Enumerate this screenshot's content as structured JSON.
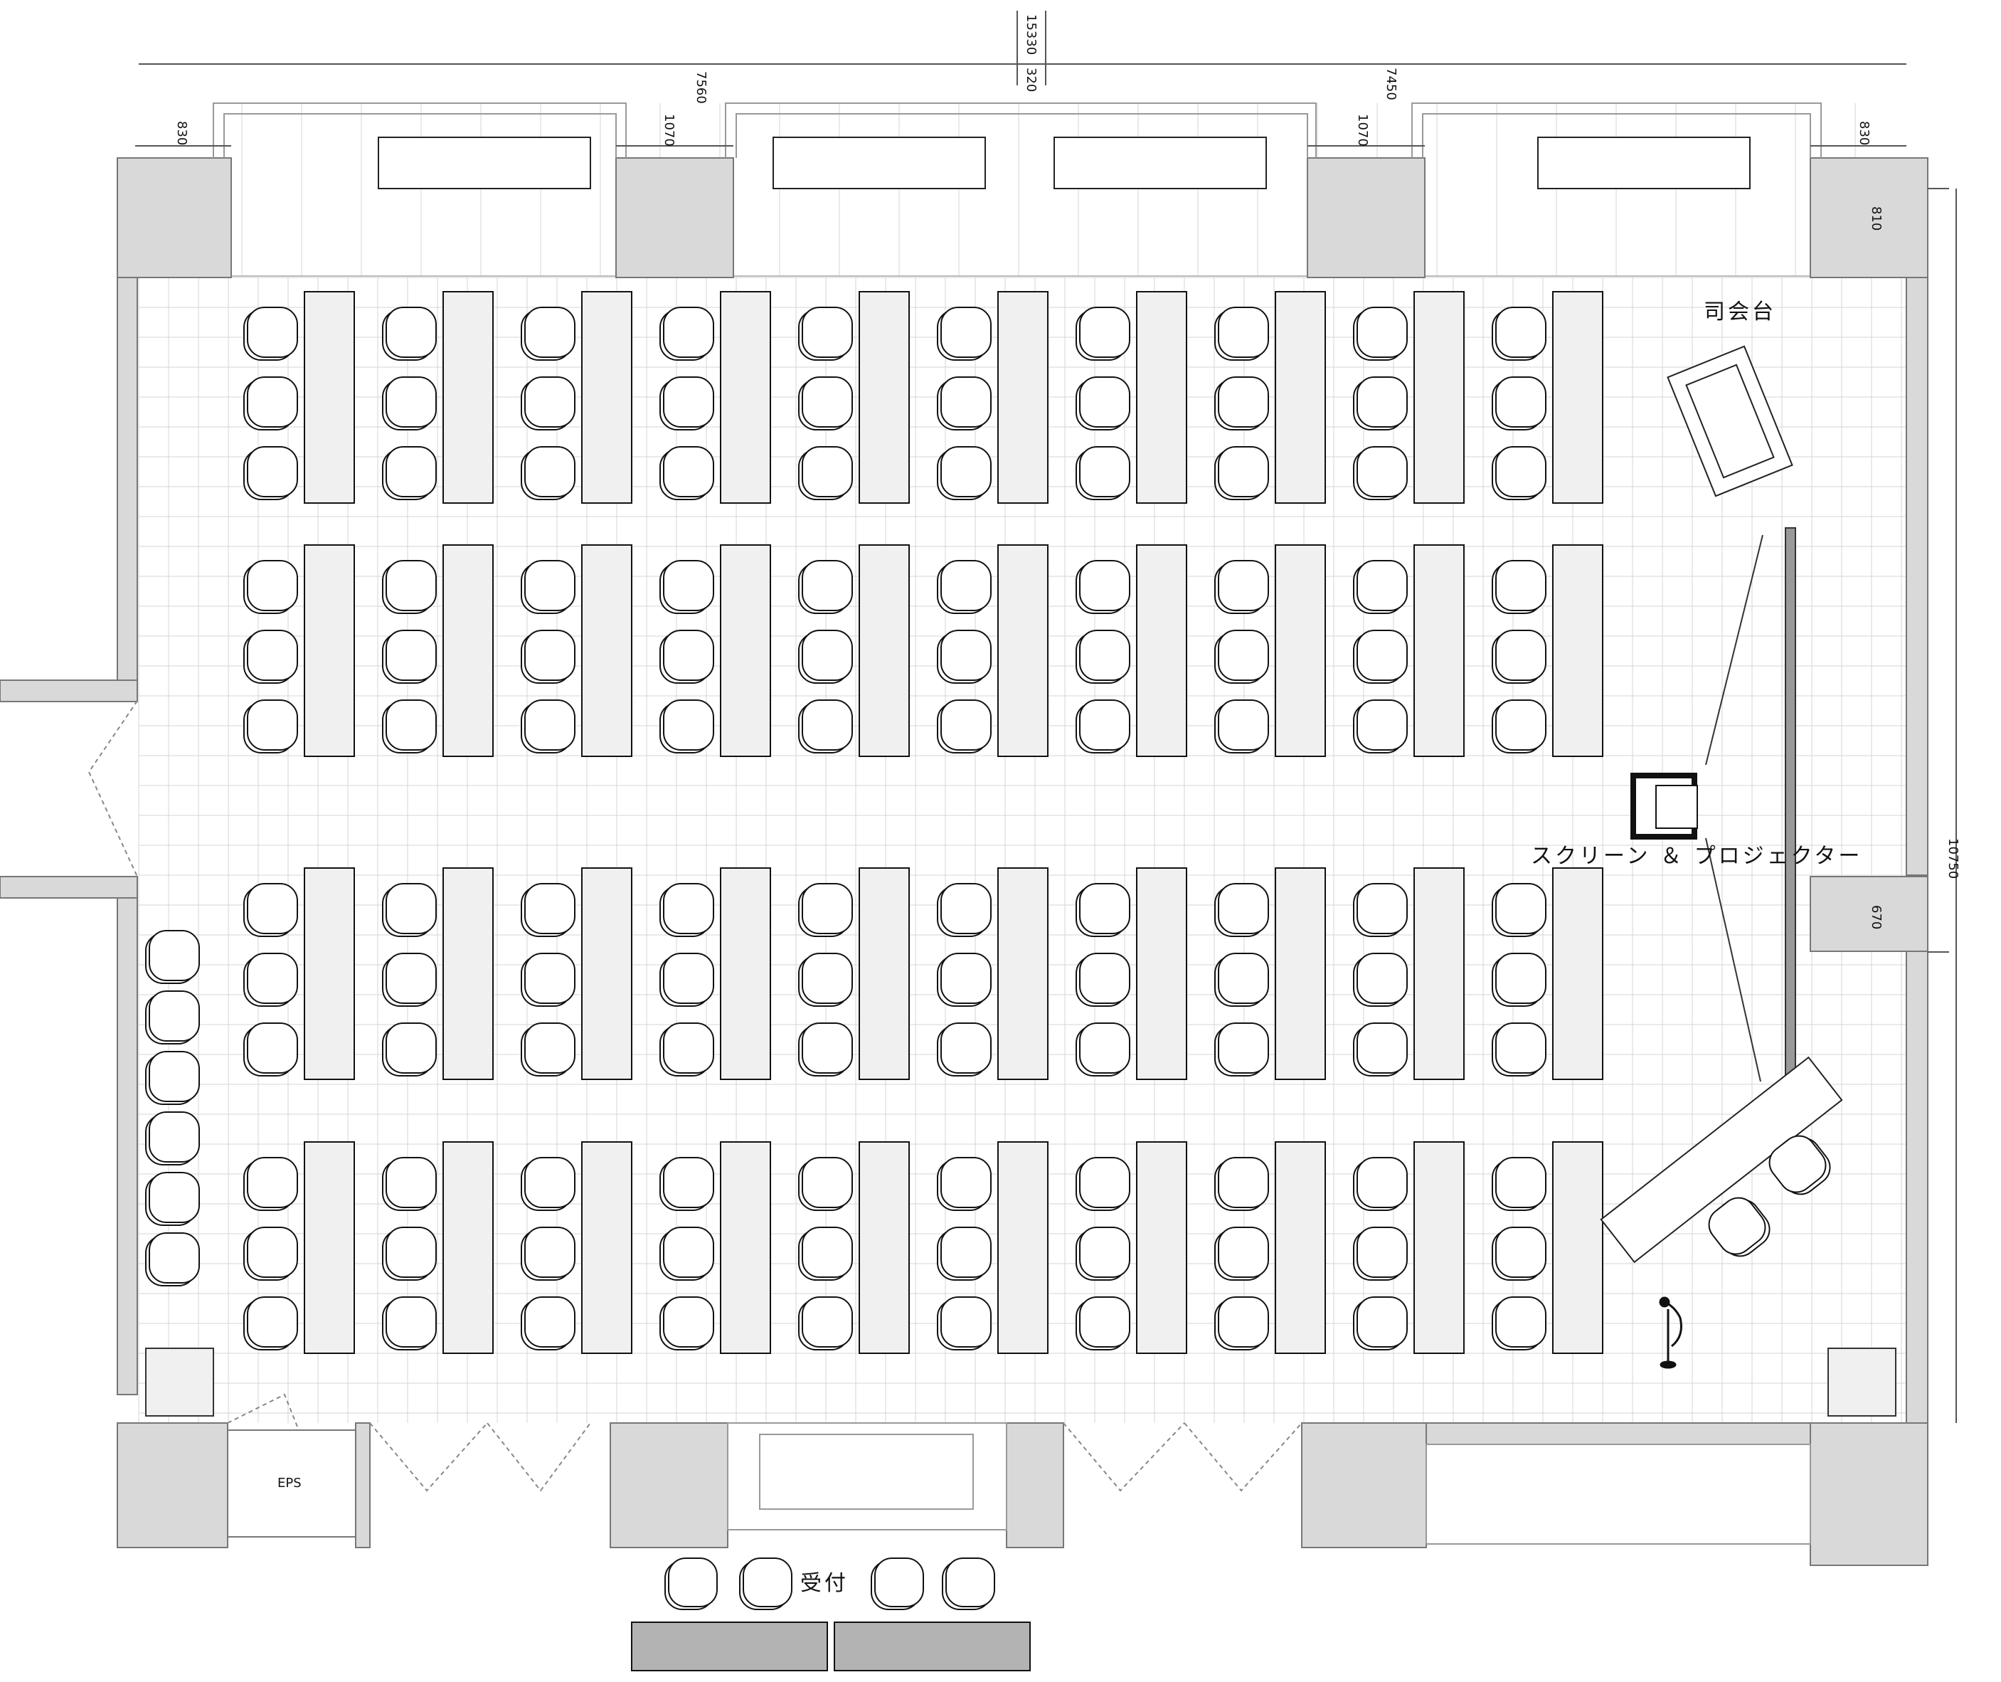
{
  "title": "",
  "labels": {
    "mc_podium": "司会台",
    "screen_projector": "スクリーン ＆ プロジェクター",
    "reception": "受付",
    "eps": "EPS"
  },
  "dimensions": {
    "total_width": "15330",
    "left_span": "7560",
    "center_gap": "320",
    "right_span": "7450",
    "left_edge": "830",
    "left_bay": "1070",
    "right_bay": "1070",
    "right_edge": "830",
    "top_pillar": "810",
    "room_depth": "10750",
    "lower_pillar": "670"
  },
  "layout": {
    "classroom_table_columns": 10,
    "classroom_table_rows": 4,
    "chairs_per_table": 3,
    "side_chairs": 6,
    "reception_chairs": 4,
    "reception_tables": 2,
    "speaker_desk_chairs": 2
  },
  "colors": {
    "wall": "#d9d9d9",
    "table_fill": "#f0f0f0",
    "grid": "#d4d4d4",
    "reception_table": "#b3b3b3",
    "screen": "#999999"
  }
}
